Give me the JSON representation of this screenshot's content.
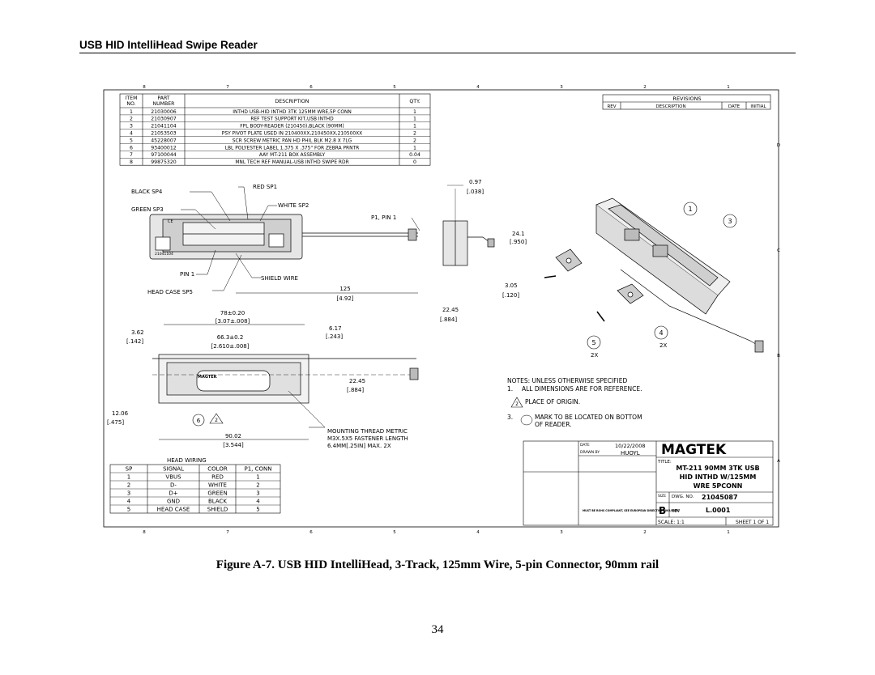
{
  "header": {
    "section_title": "USB HID IntelliHead Swipe Reader"
  },
  "bom": {
    "headers": [
      "ITEM NO.",
      "PART NUMBER",
      "DESCRIPTION",
      "QTY."
    ],
    "rows": [
      [
        "1",
        "21030006",
        "INTHD USB-HID INTHD 3TK 125MM WRE,5P CONN",
        "1"
      ],
      [
        "2",
        "21030907",
        "REF TEST SUPPORT KIT,USB INTHD",
        "1"
      ],
      [
        "3",
        "21041104",
        "FPL BODY-READER (210450),BLACK (90MM)",
        "1"
      ],
      [
        "4",
        "21053503",
        "PSY PIVOT PLATE USED IN 210400XX,210450XX,210500XX",
        "2"
      ],
      [
        "5",
        "45228007",
        "SCR SCREW METRIC PAN HD PHIL BLK M2.8 X 7LG",
        "2"
      ],
      [
        "6",
        "93400012",
        "LBL POLYESTER LABEL 1.375 X .375\" FOR ZEBRA PRNTR",
        "1"
      ],
      [
        "7",
        "97100044",
        "AAY MT-211 BOX ASSEMBLY",
        "0.04"
      ],
      [
        "8",
        "99875320",
        "MNL TECH REF MANUAL-USB INTHD SWIPE RDR",
        "0"
      ]
    ]
  },
  "revisions": {
    "title": "REVISIONS",
    "headers": [
      "REV",
      "DESCRIPTION",
      "DATE",
      "INITIAL"
    ]
  },
  "wiring": {
    "title": "HEAD WIRING",
    "headers": [
      "SP",
      "SIGNAL",
      "COLOR",
      "P1, CONN"
    ],
    "rows": [
      [
        "1",
        "VBUS",
        "RED",
        "1"
      ],
      [
        "2",
        "D-",
        "WHITE",
        "2"
      ],
      [
        "3",
        "D+",
        "GREEN",
        "3"
      ],
      [
        "4",
        "GND",
        "BLACK",
        "4"
      ],
      [
        "5",
        "HEAD CASE",
        "SHIELD",
        "5"
      ]
    ]
  },
  "labels": {
    "black_sp4": "BLACK SP4",
    "red_sp1": "RED SP1",
    "white_sp2": "WHITE  SP2",
    "green_sp3": "GREEN SP3",
    "p1_pin1": "P1, PIN 1",
    "pin1": "PIN 1",
    "shield_wire": "SHIELD WIRE",
    "head_case_sp5": "HEAD CASE SP5",
    "mounting": [
      "MOUNTING THREAD METRIC",
      "M3X.5X5 FASTENER LENGTH",
      "6.4MM[.25IN] MAX. 2X"
    ],
    "callout_2x_a": "2X",
    "callout_2x_b": "2X",
    "balloons": [
      "1",
      "3",
      "4",
      "5",
      "6"
    ]
  },
  "dims": {
    "d_125": "125",
    "d_125_in": "[4.92]",
    "d_097": "0.97",
    "d_097_in": "[.038]",
    "d_241": "24.1",
    "d_241_in": "[.950]",
    "d_305": "3.05",
    "d_305_in": "[.120]",
    "d_2245a": "22.45",
    "d_2245a_in": "[.884]",
    "d_78": "78±0.20",
    "d_78_in": "[3.07±.008]",
    "d_362": "3.62",
    "d_362_in": "[.142]",
    "d_663": "66.3±0.2",
    "d_663_in": "[2.610±.008]",
    "d_617": "6.17",
    "d_617_in": "[.243]",
    "d_2245b": "22.45",
    "d_2245b_in": "[.884]",
    "d_1206": "12.06",
    "d_1206_in": "[.475]",
    "d_9002": "90.02",
    "d_9002_in": "[3.544]"
  },
  "notes": {
    "title": "NOTES: UNLESS OTHERWISE SPECIFIED",
    "items": [
      {
        "num": "1.",
        "text": "ALL DIMENSIONS ARE FOR REFERENCE."
      },
      {
        "num": "2",
        "text": "PLACE OF ORIGIN."
      },
      {
        "num": "3.",
        "text": "MARK TO BE LOCATED ON BOTTOM OF READER."
      }
    ]
  },
  "title_block": {
    "logo": "MAGTEK",
    "drawn_by_label": "DRAWN BY",
    "date_label": "DATE",
    "date": "10/22/2008",
    "drawn_by": "HUOYL",
    "title_label": "TITLE:",
    "title_lines": [
      "MT-211 90MM 3TK USB",
      "HID INTHD W/125MM",
      "WRE 5PCONN"
    ],
    "size_label": "SIZE",
    "size": "B",
    "dwg_no_label": "DWG. NO.",
    "dwg_no": "21045087",
    "rev_label": "REV",
    "rev": "L.0001",
    "scale": "SCALE: 1:1",
    "sheet": "SHEET 1 OF 1",
    "rohs": "MUST BE ROHS COMPLIANT, SEE EUROPEAN DIRECTIVE 2002/95/EC"
  },
  "zones": {
    "cols": [
      "8",
      "7",
      "6",
      "5",
      "4",
      "3",
      "2",
      "1"
    ],
    "rows": [
      "D",
      "C",
      "B",
      "A"
    ]
  },
  "caption": "Figure A-7.  USB HID IntelliHead, 3-Track, 125mm Wire, 5-pin Connector, 90mm rail",
  "page_number": "34"
}
